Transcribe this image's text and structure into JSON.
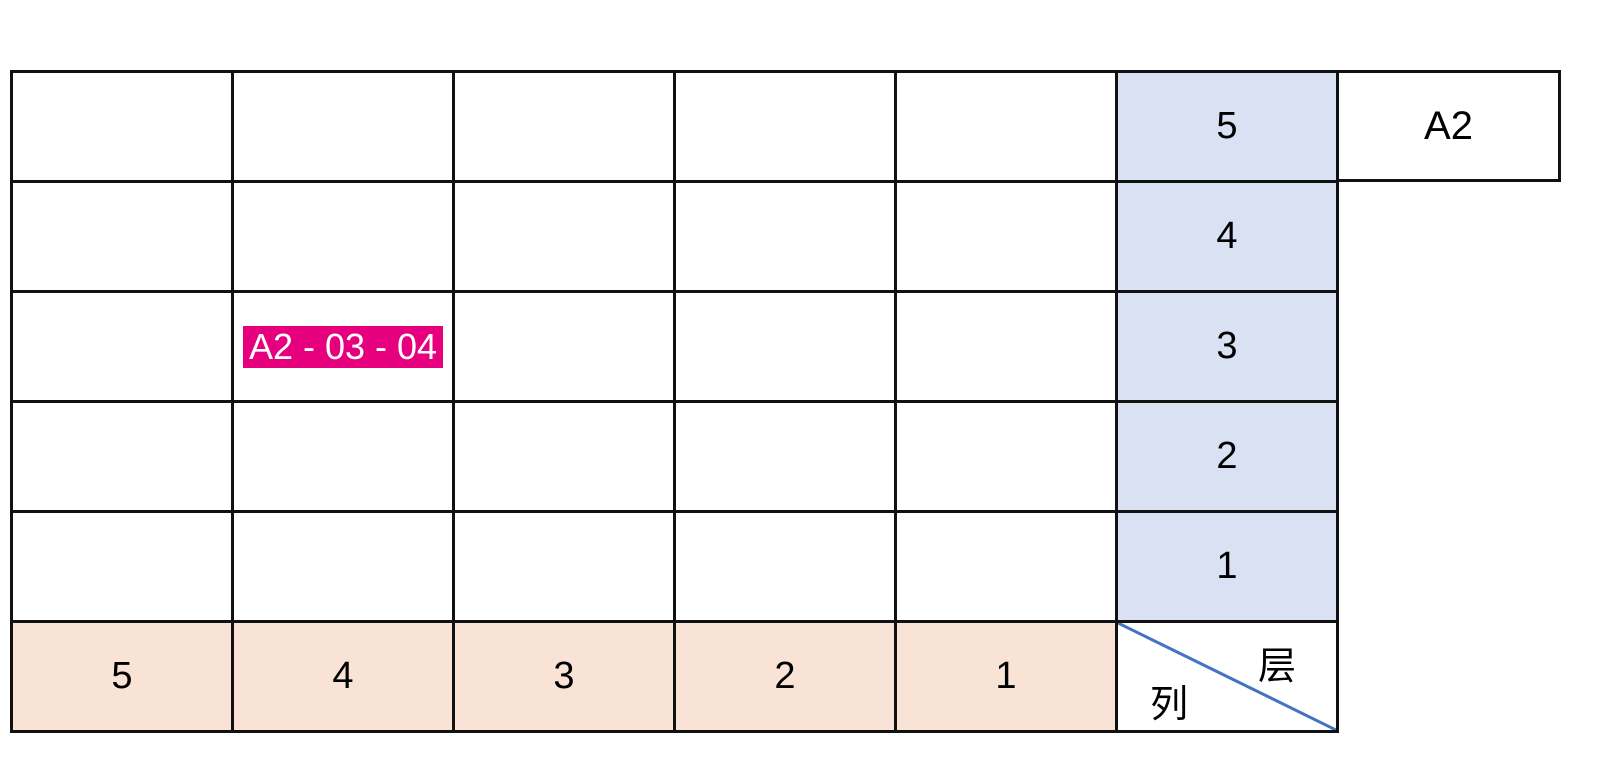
{
  "zone": "A2",
  "layers": [
    "5",
    "4",
    "3",
    "2",
    "1"
  ],
  "columns": [
    "5",
    "4",
    "3",
    "2",
    "1"
  ],
  "corner": {
    "layer_label": "层",
    "column_label": "列"
  },
  "highlight": {
    "text": "A2 - 03 - 04",
    "row": 2,
    "col": 1
  },
  "colors": {
    "layer_bg": "#d9e1f2",
    "column_bg": "#f8e3d6",
    "highlight_bg": "#e6007e",
    "diagonal": "#4472c4"
  }
}
